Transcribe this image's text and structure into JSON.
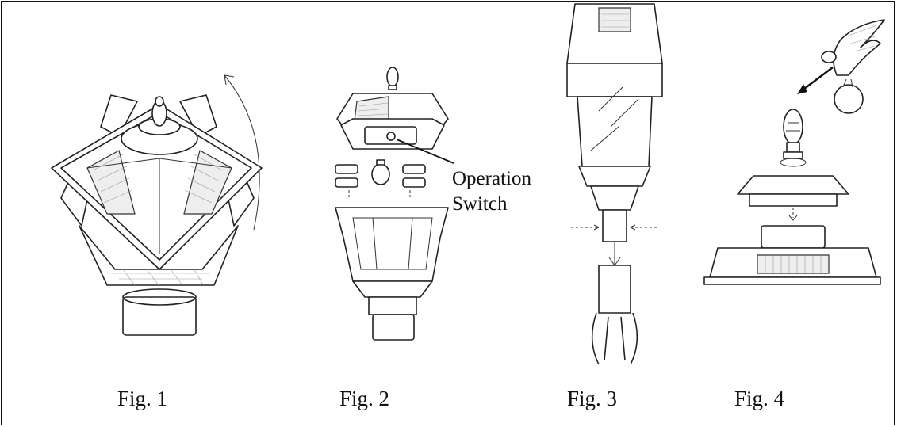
{
  "figures": [
    {
      "caption": "Fig. 1"
    },
    {
      "caption": "Fig. 2"
    },
    {
      "caption": "Fig. 3"
    },
    {
      "caption": "Fig. 4"
    }
  ],
  "callout": {
    "line1": "Operation",
    "line2": "Switch"
  },
  "icons": {
    "fig1": "lamp-top-view-rotate",
    "fig2": "lamp-exploded-bulb-battery",
    "fig3": "lamp-mount-to-post",
    "fig4": "eagle-finial-replacement"
  }
}
